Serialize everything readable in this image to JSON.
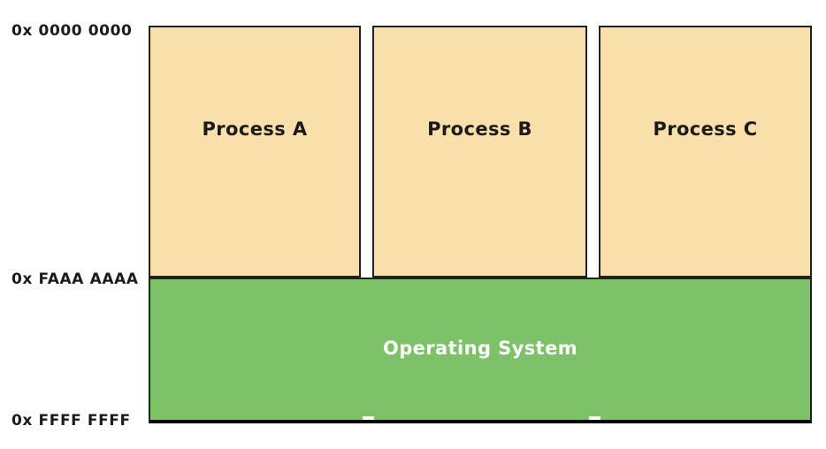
{
  "diagram": {
    "title": "process-memory-layout",
    "colors": {
      "process_fill": "#f9dfaa",
      "os_fill": "#7dc168",
      "border": "#231f20",
      "process_text": "#1b1b1b",
      "os_text": "#ffffff",
      "background": "#ffffff"
    },
    "address_labels": [
      {
        "id": "top",
        "text": "0x 0000 0000"
      },
      {
        "id": "middle",
        "text": "0x FAAA AAAA"
      },
      {
        "id": "bottom",
        "text": "0x FFFF FFFF"
      }
    ],
    "processes": [
      {
        "id": "a",
        "label": "Process A"
      },
      {
        "id": "b",
        "label": "Process B"
      },
      {
        "id": "c",
        "label": "Process C"
      }
    ],
    "os_region": {
      "label": "Operating System"
    }
  }
}
